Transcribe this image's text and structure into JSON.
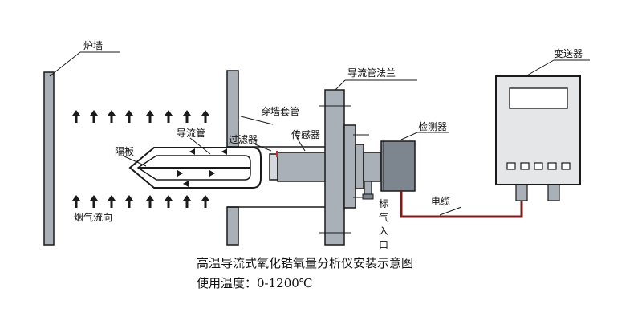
{
  "labels": {
    "furnace_wall": "炉墙",
    "guide_flange": "导流管法兰",
    "transmitter": "变送器",
    "wall_sleeve": "穿墙套管",
    "guide_tube": "导流管",
    "filter": "过滤器",
    "sensor": "传感器",
    "detector": "检测器",
    "baffle": "隔板",
    "cable": "电缆",
    "flue_gas_direction": "烟气流向",
    "std_gas_inlet_chars": [
      "标",
      "气",
      "入",
      "口"
    ]
  },
  "caption": {
    "line1": "高温导流式氧化锆氧量分析仪安装示意图",
    "line2": "使用温度：0-1200℃"
  },
  "colors": {
    "line": "#1a1a1a",
    "metal_fill": "#a9b0b8",
    "metal_dark": "#7d858e",
    "cable": "#7a1c1c",
    "transmitter_body": "#e4e6e8",
    "sensor_marker": "#c2312f"
  }
}
